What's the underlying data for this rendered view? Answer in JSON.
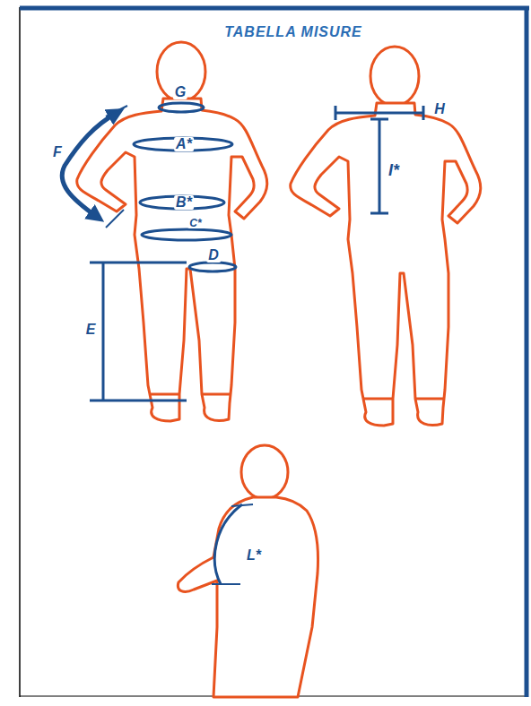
{
  "diagram": {
    "title": "TABELLA MISURE",
    "labels": [
      "G",
      "A*",
      "B*",
      "C*",
      "D",
      "E",
      "F",
      "H",
      "I*",
      "L*"
    ]
  }
}
